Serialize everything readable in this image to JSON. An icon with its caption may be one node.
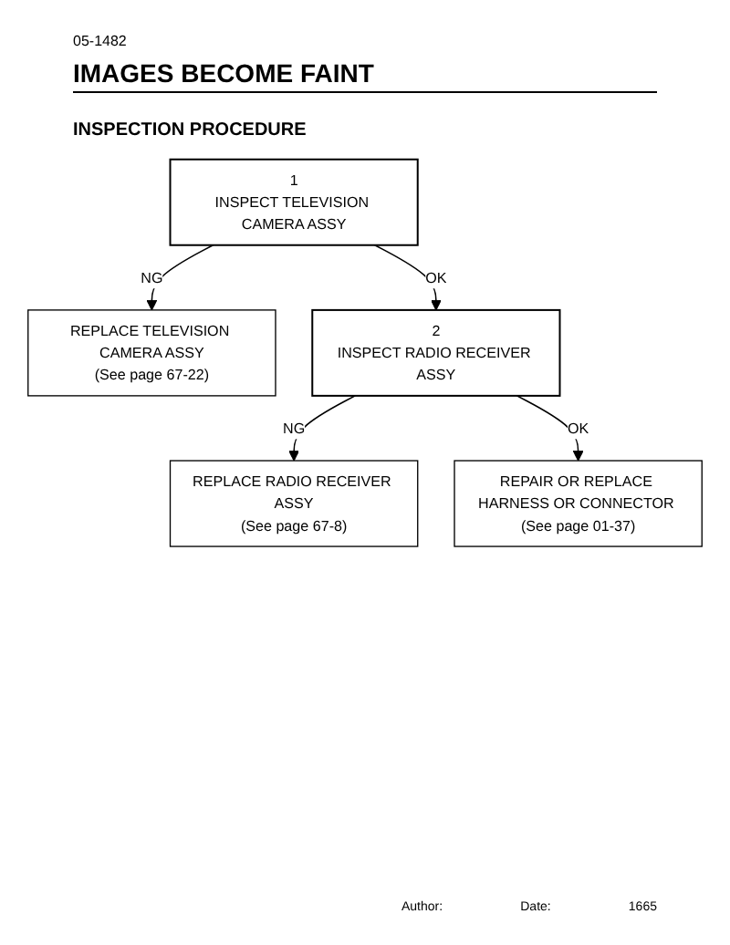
{
  "diagram": {
    "title": "IMAGES BECOME FAINT",
    "nodes": [
      {
        "text": [
          "1",
          "INSPECT TELEVISION CAMERA ASSY"
        ]
      },
      {
        "text": [
          "REPLACE TELEVISION CAMERA ASSY",
          "(See page 67-22)"
        ]
      },
      {
        "text": [
          "2",
          "INSPECT RADIO RECEIVER ASSY"
        ]
      },
      {
        "text": [
          "REPLACE RADIO RECEIVER ASSY",
          "(See page 67-8)"
        ]
      },
      {
        "text": [
          "REPAIR OR REPLACE HARNESS OR CONNECTOR (See page 01-37)"
        ]
      }
    ],
    "edges": [
      {
        "from": 0,
        "to": 1,
        "arrow": "to",
        "label": "NG"
      },
      {
        "from": 0,
        "to": 2,
        "arrow": "to",
        "label": "OK"
      },
      {
        "from": 2,
        "to": 3,
        "arrow": "to",
        "label": "NG"
      },
      {
        "from": 2,
        "to": 4,
        "arrow": "to",
        "label": "OK"
      }
    ],
    "labels": [
      "05-1482",
      "INSPECTION PROCEDURE",
      "Author:",
      "Date:",
      "1665"
    ]
  }
}
